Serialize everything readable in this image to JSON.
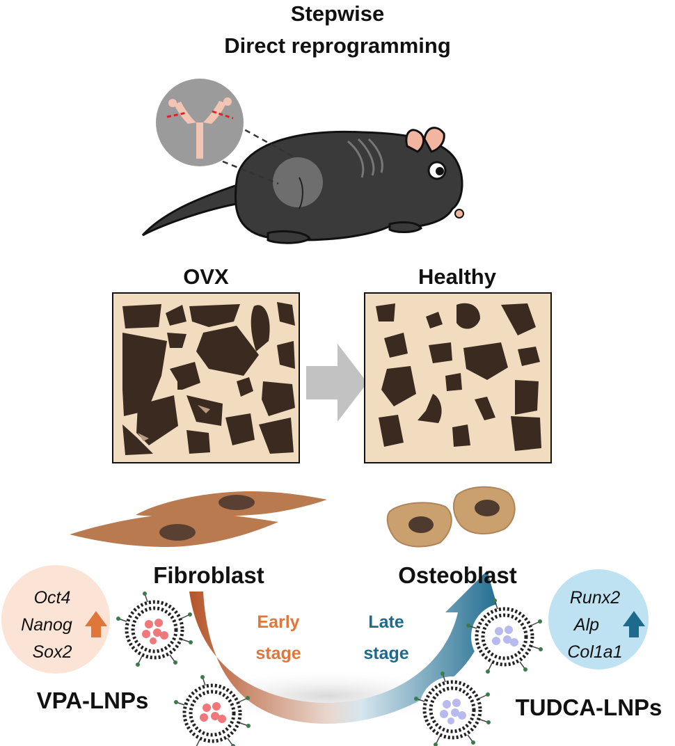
{
  "title": {
    "line1": "Stepwise",
    "line2": "Direct reprogramming"
  },
  "bone_panels": {
    "left_label": "OVX",
    "right_label": "Healthy"
  },
  "cells": {
    "left_label": "Fibroblast",
    "right_label": "Osteoblast"
  },
  "stages": {
    "early_line1": "Early",
    "early_line2": "stage",
    "late_line1": "Late",
    "late_line2": "stage"
  },
  "early_genes": [
    "Oct4",
    "Nanog",
    "Sox2"
  ],
  "late_genes": [
    "Runx2",
    "Alp",
    "Col1a1"
  ],
  "nanoparticles": {
    "left_label": "VPA-LNPs",
    "right_label": "TUDCA-LNPs"
  },
  "colors": {
    "early_accent": "#e0773a",
    "late_accent": "#1e6a8c",
    "early_gene_bg": "#fbe3d6",
    "late_gene_bg": "#bfe2f2",
    "bone_bg": "#f2dcc0",
    "bone_dark": "#3b2a1f",
    "mouse": "#3a3a3a",
    "fibroblast": "#b97a50",
    "osteoblast": "#c9a06e"
  },
  "icons": [
    "mouse-illustration",
    "ovary-inset-icon",
    "gray-arrow-icon",
    "up-arrow-icon",
    "lipid-nanoparticle-icon"
  ]
}
